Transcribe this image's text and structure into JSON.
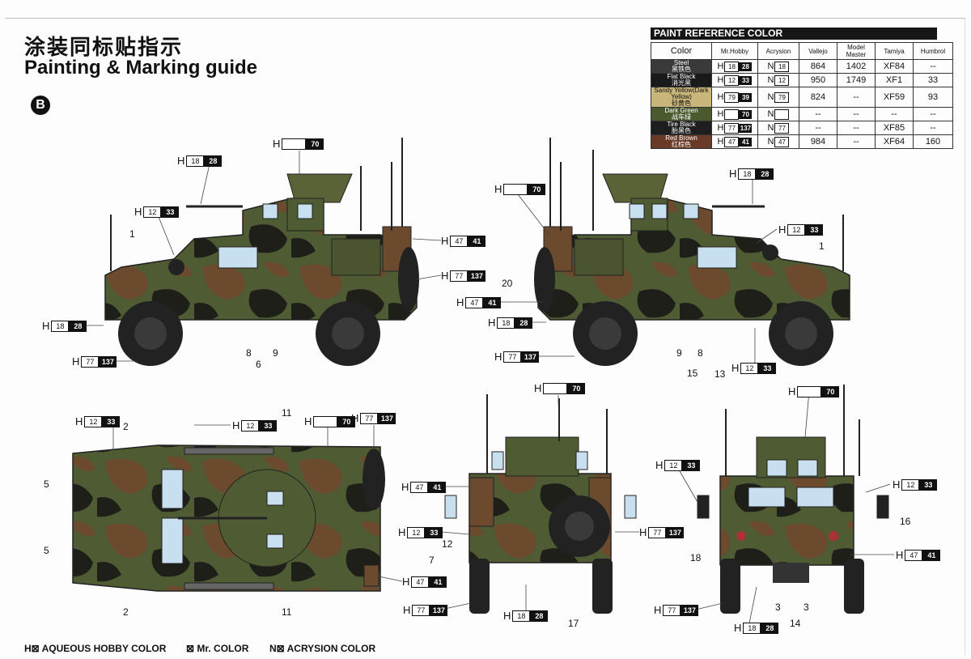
{
  "title_cn": "涂装同标贴指示",
  "title_en": "Painting & Marking guide",
  "version": "B",
  "paint_table": {
    "title": "PAINT REFERENCE COLOR",
    "headers": [
      "Color",
      "Mr.Hobby",
      "Acrysion",
      "Vallejo",
      "Model Master",
      "Tamiya",
      "Humbrol"
    ],
    "rows": [
      {
        "name_en": "Steel",
        "name_cn": "黑铁色",
        "swatch": "#3a3a3a",
        "h_box": "18",
        "h_num": "28",
        "n_box": "18",
        "vallejo": "864",
        "model_master": "1402",
        "tamiya": "XF84",
        "humbrol": "--"
      },
      {
        "name_en": "Flat Black",
        "name_cn": "消光黑",
        "swatch": "#1a1a1a",
        "h_box": "12",
        "h_num": "33",
        "n_box": "12",
        "vallejo": "950",
        "model_master": "1749",
        "tamiya": "XF1",
        "humbrol": "33"
      },
      {
        "name_en": "Sandy Yellow(Dark Yellow)",
        "name_cn": "砂黄色",
        "swatch": "#c9b67a",
        "h_box": "79",
        "h_num": "39",
        "n_box": "79",
        "vallejo": "824",
        "model_master": "--",
        "tamiya": "XF59",
        "humbrol": "93"
      },
      {
        "name_en": "Dark Green",
        "name_cn": "战车绿",
        "swatch": "#4a5a2e",
        "h_box": "",
        "h_num": "70",
        "n_box": "",
        "vallejo": "--",
        "model_master": "--",
        "tamiya": "--",
        "humbrol": "--"
      },
      {
        "name_en": "Tire Black",
        "name_cn": "胎黑色",
        "swatch": "#1e1e1e",
        "h_box": "77",
        "h_num": "137",
        "n_box": "77",
        "vallejo": "--",
        "model_master": "--",
        "tamiya": "XF85",
        "humbrol": "--"
      },
      {
        "name_en": "Red Brown",
        "name_cn": "红棕色",
        "swatch": "#6a3a28",
        "h_box": "47",
        "h_num": "41",
        "n_box": "47",
        "vallejo": "984",
        "model_master": "--",
        "tamiya": "XF64",
        "humbrol": "160"
      }
    ]
  },
  "callouts": {
    "h18_28": {
      "prefix": "H",
      "box": "18",
      "num": "28"
    },
    "h12_33": {
      "prefix": "H",
      "box": "12",
      "num": "33"
    },
    "h70": {
      "prefix": "H",
      "box": "",
      "num": "70"
    },
    "h47_41": {
      "prefix": "H",
      "box": "47",
      "num": "41"
    },
    "h77_137": {
      "prefix": "H",
      "box": "77",
      "num": "137"
    }
  },
  "part_numbers": [
    "1",
    "8",
    "6",
    "9",
    "20",
    "15",
    "13",
    "2",
    "5",
    "11",
    "12",
    "7",
    "17",
    "18",
    "16",
    "3",
    "14"
  ],
  "legend": {
    "h": "H⊠ AQUEOUS HOBBY COLOR",
    "mr": "⊠ Mr. COLOR",
    "n": "N⊠ ACRYSION COLOR"
  },
  "colors": {
    "camo_green": "#4f5b33",
    "camo_brown": "#6b4a2e",
    "camo_black": "#1f1f1a",
    "camo_tan": "#9a8a5a",
    "tire": "#222222",
    "glass": "#c8dff0"
  }
}
